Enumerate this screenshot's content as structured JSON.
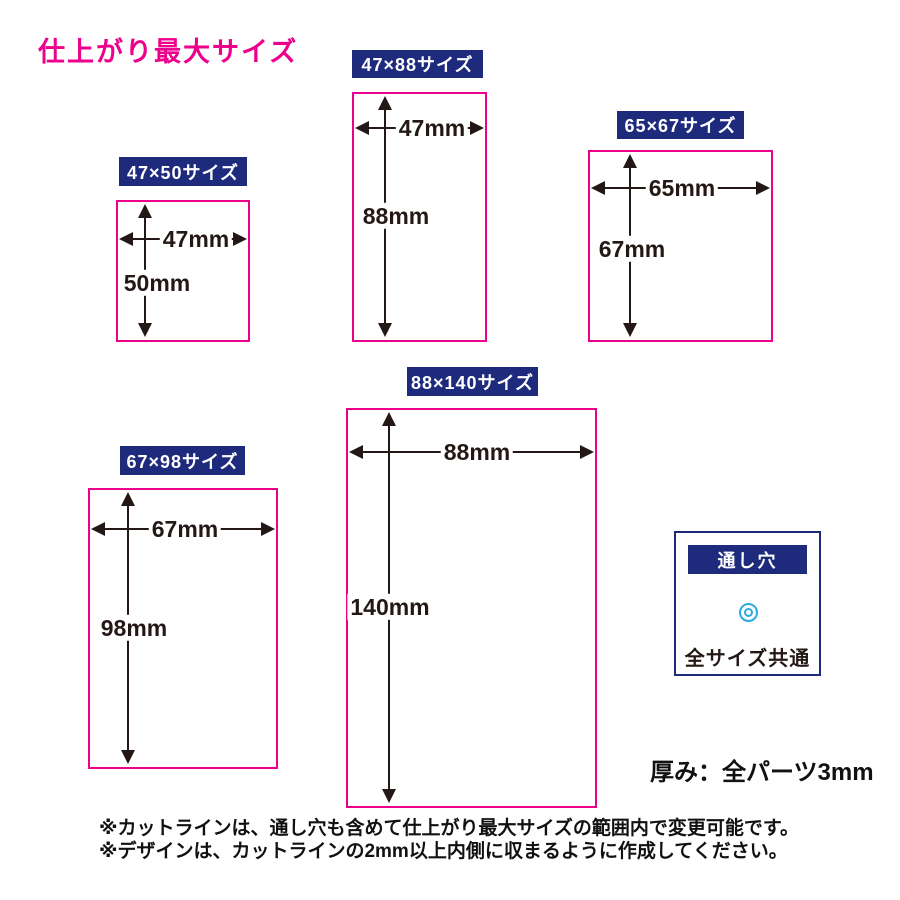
{
  "title": "仕上がり最大サイズ",
  "colors": {
    "magenta": "#EC008C",
    "navy": "#1E2A7C",
    "line": "#231815",
    "holeBlue": "#29ABE2"
  },
  "sizes": [
    {
      "label": "47×50サイズ",
      "width": "47mm",
      "height": "50mm"
    },
    {
      "label": "47×88サイズ",
      "width": "47mm",
      "height": "88mm"
    },
    {
      "label": "65×67サイズ",
      "width": "65mm",
      "height": "67mm"
    },
    {
      "label": "67×98サイズ",
      "width": "67mm",
      "height": "98mm"
    },
    {
      "label": "88×140サイズ",
      "width": "88mm",
      "height": "140mm"
    }
  ],
  "hole": {
    "label": "通し穴",
    "caption": "全サイズ共通"
  },
  "thickness": "厚み：全パーツ3mm",
  "notes": [
    "※カットラインは、通し穴も含めて仕上がり最大サイズの範囲内で変更可能です。",
    "※デザインは、カットラインの2mm以上内側に収まるように作成してください。"
  ]
}
